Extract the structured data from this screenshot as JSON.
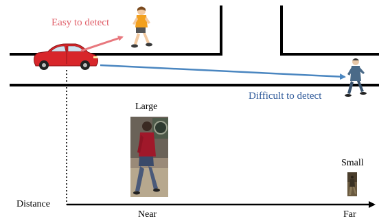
{
  "labels": {
    "easy": "Easy to detect",
    "difficult": "Difficult to detect",
    "large": "Large",
    "small": "Small",
    "distance": "Distance",
    "near": "Near",
    "far": "Far"
  },
  "colors": {
    "easy": "#e0606a",
    "difficult": "#2f5a9a",
    "arrow_easy": "#e8787e",
    "arrow_difficult": "#4a86c0",
    "car": "#d8262a",
    "road": "#000000"
  },
  "icons": {
    "car": "red-car-icon",
    "near_pedestrian": "walking-child-icon",
    "far_pedestrian": "walking-man-icon"
  }
}
